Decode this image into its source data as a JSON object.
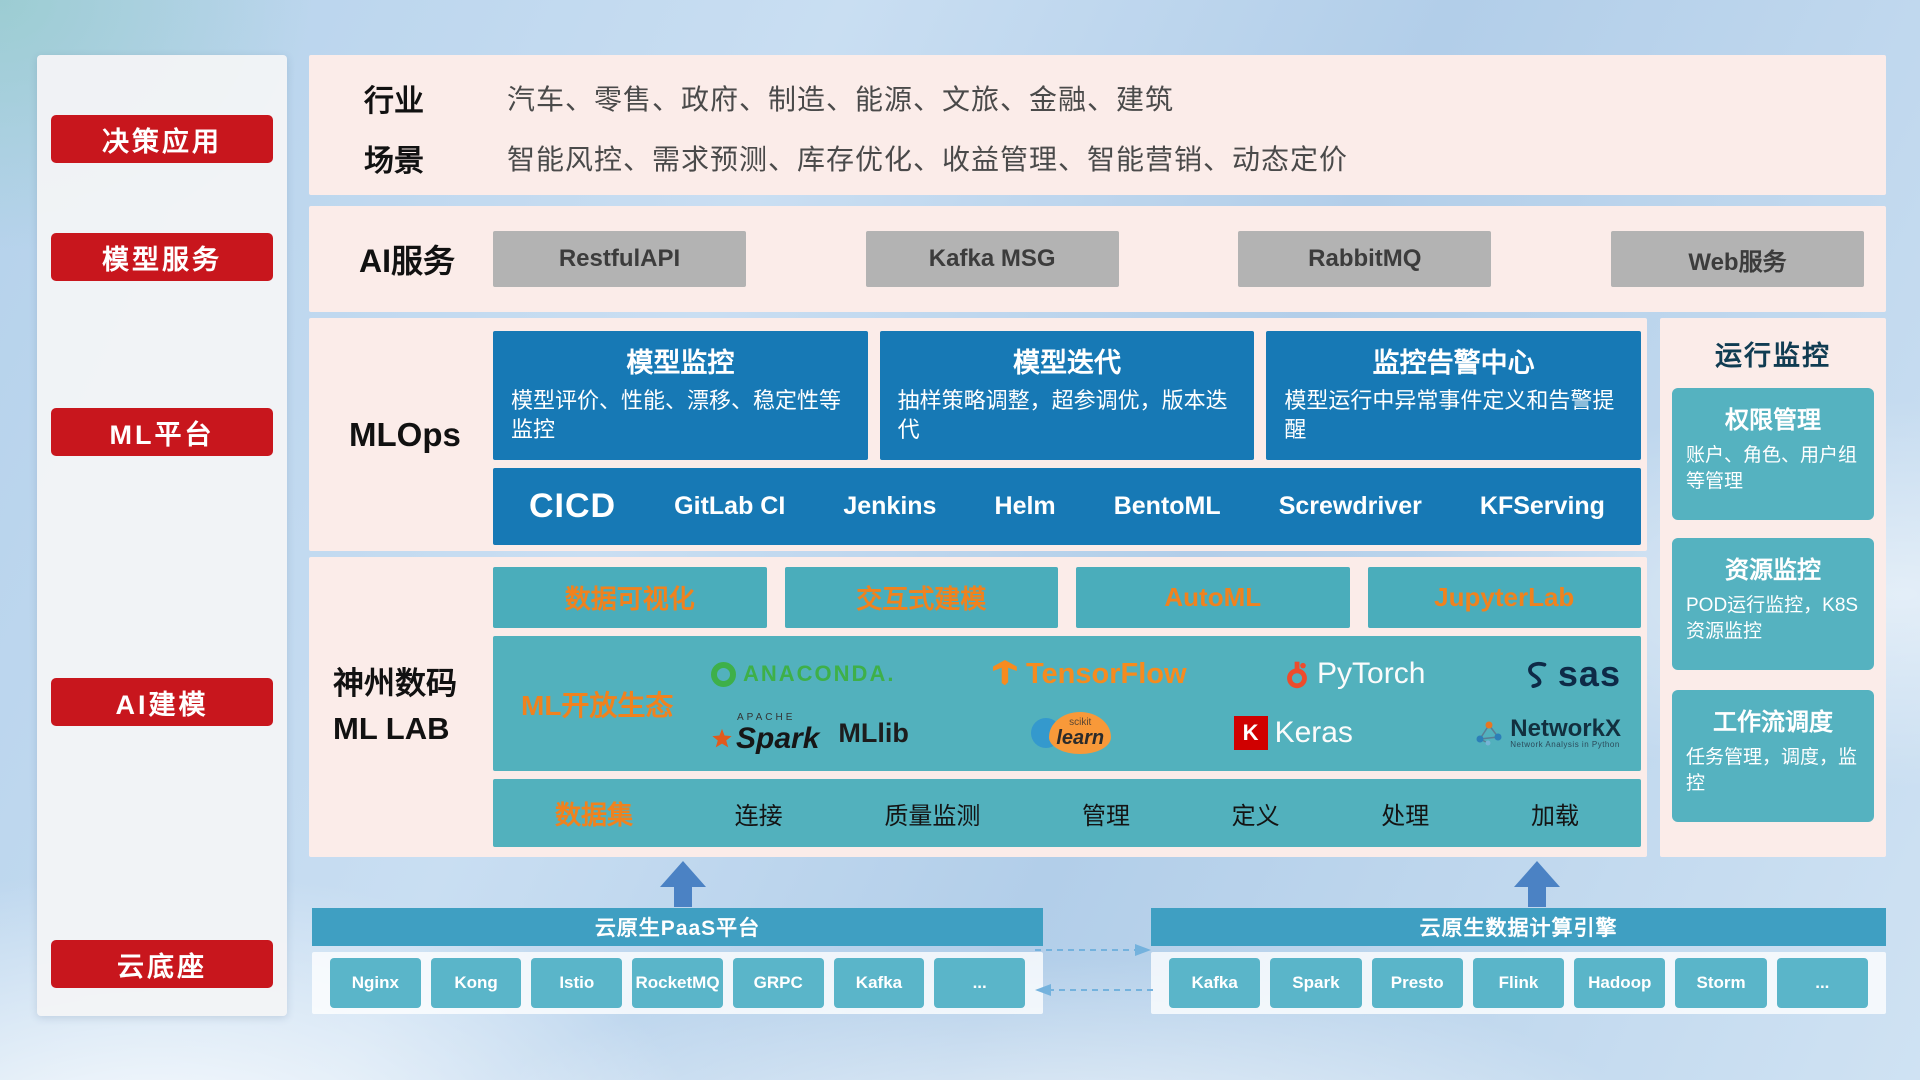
{
  "sidebar": {
    "items": [
      {
        "label": "决策应用"
      },
      {
        "label": "模型服务"
      },
      {
        "label": "ML平台"
      },
      {
        "label": "AI建模"
      },
      {
        "label": "云底座"
      }
    ]
  },
  "industry": {
    "rows": [
      {
        "label": "行业",
        "text": "汽车、零售、政府、制造、能源、文旅、金融、建筑"
      },
      {
        "label": "场景",
        "text": "智能风控、需求预测、库存优化、收益管理、智能营销、动态定价"
      }
    ]
  },
  "ai": {
    "label": "AI服务",
    "services": [
      "RestfulAPI",
      "Kafka MSG",
      "RabbitMQ",
      "Web服务"
    ]
  },
  "mlops": {
    "label": "MLOps",
    "cards": [
      {
        "title": "模型监控",
        "desc": "模型评价、性能、漂移、稳定性等监控"
      },
      {
        "title": "模型迭代",
        "desc": "抽样策略调整，超参调优，版本迭代"
      },
      {
        "title": "监控告警中心",
        "desc": "模型运行中异常事件定义和告警提醒"
      }
    ],
    "cicd": {
      "label": "CICD",
      "tools": [
        "GitLab CI",
        "Jenkins",
        "Helm",
        "BentoML",
        "Screwdriver",
        "KFServing"
      ]
    }
  },
  "mllab": {
    "label1": "神州数码",
    "label2": "ML LAB",
    "tools": [
      "数据可视化",
      "交互式建模",
      "AutoML",
      "JupyterLab"
    ],
    "eco": {
      "label": "ML开放生态",
      "row1": [
        {
          "label": "ANACONDA."
        },
        {
          "label": "TensorFlow"
        },
        {
          "label": "PyTorch"
        },
        {
          "label": "sas"
        }
      ],
      "row2": [
        {
          "sub": "APACHE",
          "label": "Spark",
          "suffix": "MLlib"
        },
        {
          "sub": "scikit",
          "label": "learn"
        },
        {
          "icon_letter": "K",
          "label": "Keras"
        },
        {
          "label": "NetworkX",
          "sub": "Network Analysis in Python"
        }
      ]
    },
    "dataset": {
      "label": "数据集",
      "items": [
        "连接",
        "质量监测",
        "管理",
        "定义",
        "处理",
        "加载"
      ]
    }
  },
  "monitor": {
    "title": "运行监控",
    "cards": [
      {
        "title": "权限管理",
        "desc": "账户、角色、用户组等管理"
      },
      {
        "title": "资源监控",
        "desc": "POD运行监控，K8S资源监控"
      },
      {
        "title": "工作流调度",
        "desc": "任务管理，调度，监控"
      }
    ]
  },
  "cloud": {
    "paas": {
      "title": "云原生PaaS平台",
      "items": [
        "Nginx",
        "Kong",
        "Istio",
        "RocketMQ",
        "GRPC",
        "Kafka",
        "..."
      ]
    },
    "engine": {
      "title": "云原生数据计算引擎",
      "items": [
        "Kafka",
        "Spark",
        "Presto",
        "Flink",
        "Hadoop",
        "Storm",
        "..."
      ]
    }
  },
  "colors": {
    "red": "#c8161d",
    "blue": "#1779b5",
    "teal": "#52b1bd",
    "orange": "#f0821e"
  }
}
